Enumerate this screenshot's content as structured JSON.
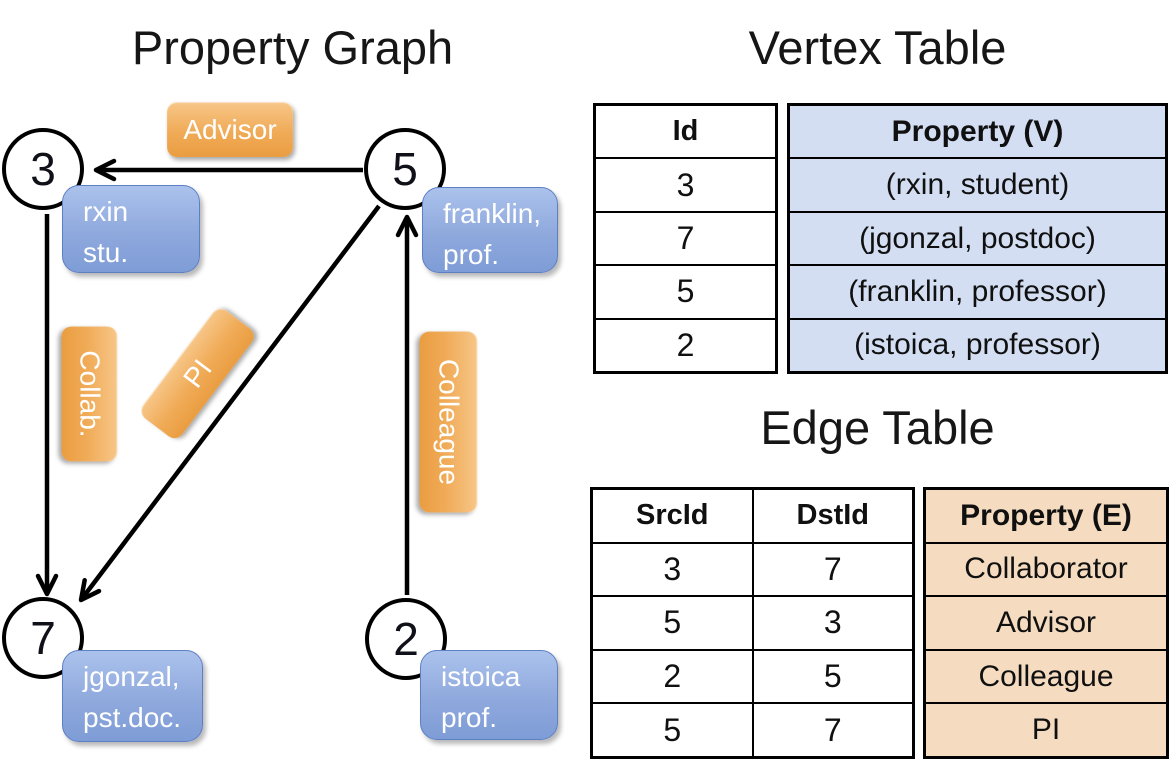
{
  "titles": {
    "graph": "Property Graph",
    "vertex_table": "Vertex Table",
    "edge_table": "Edge Table"
  },
  "graph": {
    "nodes": [
      {
        "id": "3",
        "prop_line1": "rxin",
        "prop_line2": "stu."
      },
      {
        "id": "5",
        "prop_line1": "franklin,",
        "prop_line2": "prof."
      },
      {
        "id": "7",
        "prop_line1": "jgonzal,",
        "prop_line2": "pst.doc."
      },
      {
        "id": "2",
        "prop_line1": "istoica",
        "prop_line2": "prof."
      }
    ],
    "edge_labels": {
      "advisor": "Advisor",
      "collab": "Collab.",
      "pi": "PI",
      "colleague": "Colleague"
    }
  },
  "vertex_table": {
    "headers": {
      "id": "Id",
      "property": "Property (V)"
    },
    "rows": [
      {
        "id": "3",
        "property": "(rxin, student)"
      },
      {
        "id": "7",
        "property": "(jgonzal, postdoc)"
      },
      {
        "id": "5",
        "property": "(franklin, professor)"
      },
      {
        "id": "2",
        "property": "(istoica, professor)"
      }
    ]
  },
  "edge_table": {
    "headers": {
      "src": "SrcId",
      "dst": "DstId",
      "property": "Property (E)"
    },
    "rows": [
      {
        "src": "3",
        "dst": "7",
        "property": "Collaborator"
      },
      {
        "src": "5",
        "dst": "3",
        "property": "Advisor"
      },
      {
        "src": "2",
        "dst": "5",
        "property": "Colleague"
      },
      {
        "src": "5",
        "dst": "7",
        "property": "PI"
      }
    ]
  },
  "colors": {
    "edge_label_orange": "#eca14a",
    "vertex_prop_blue": "#8aa5dc",
    "vertex_table_fill": "#d3def2",
    "edge_table_fill": "#f5dcc0",
    "line_black": "#000000"
  }
}
